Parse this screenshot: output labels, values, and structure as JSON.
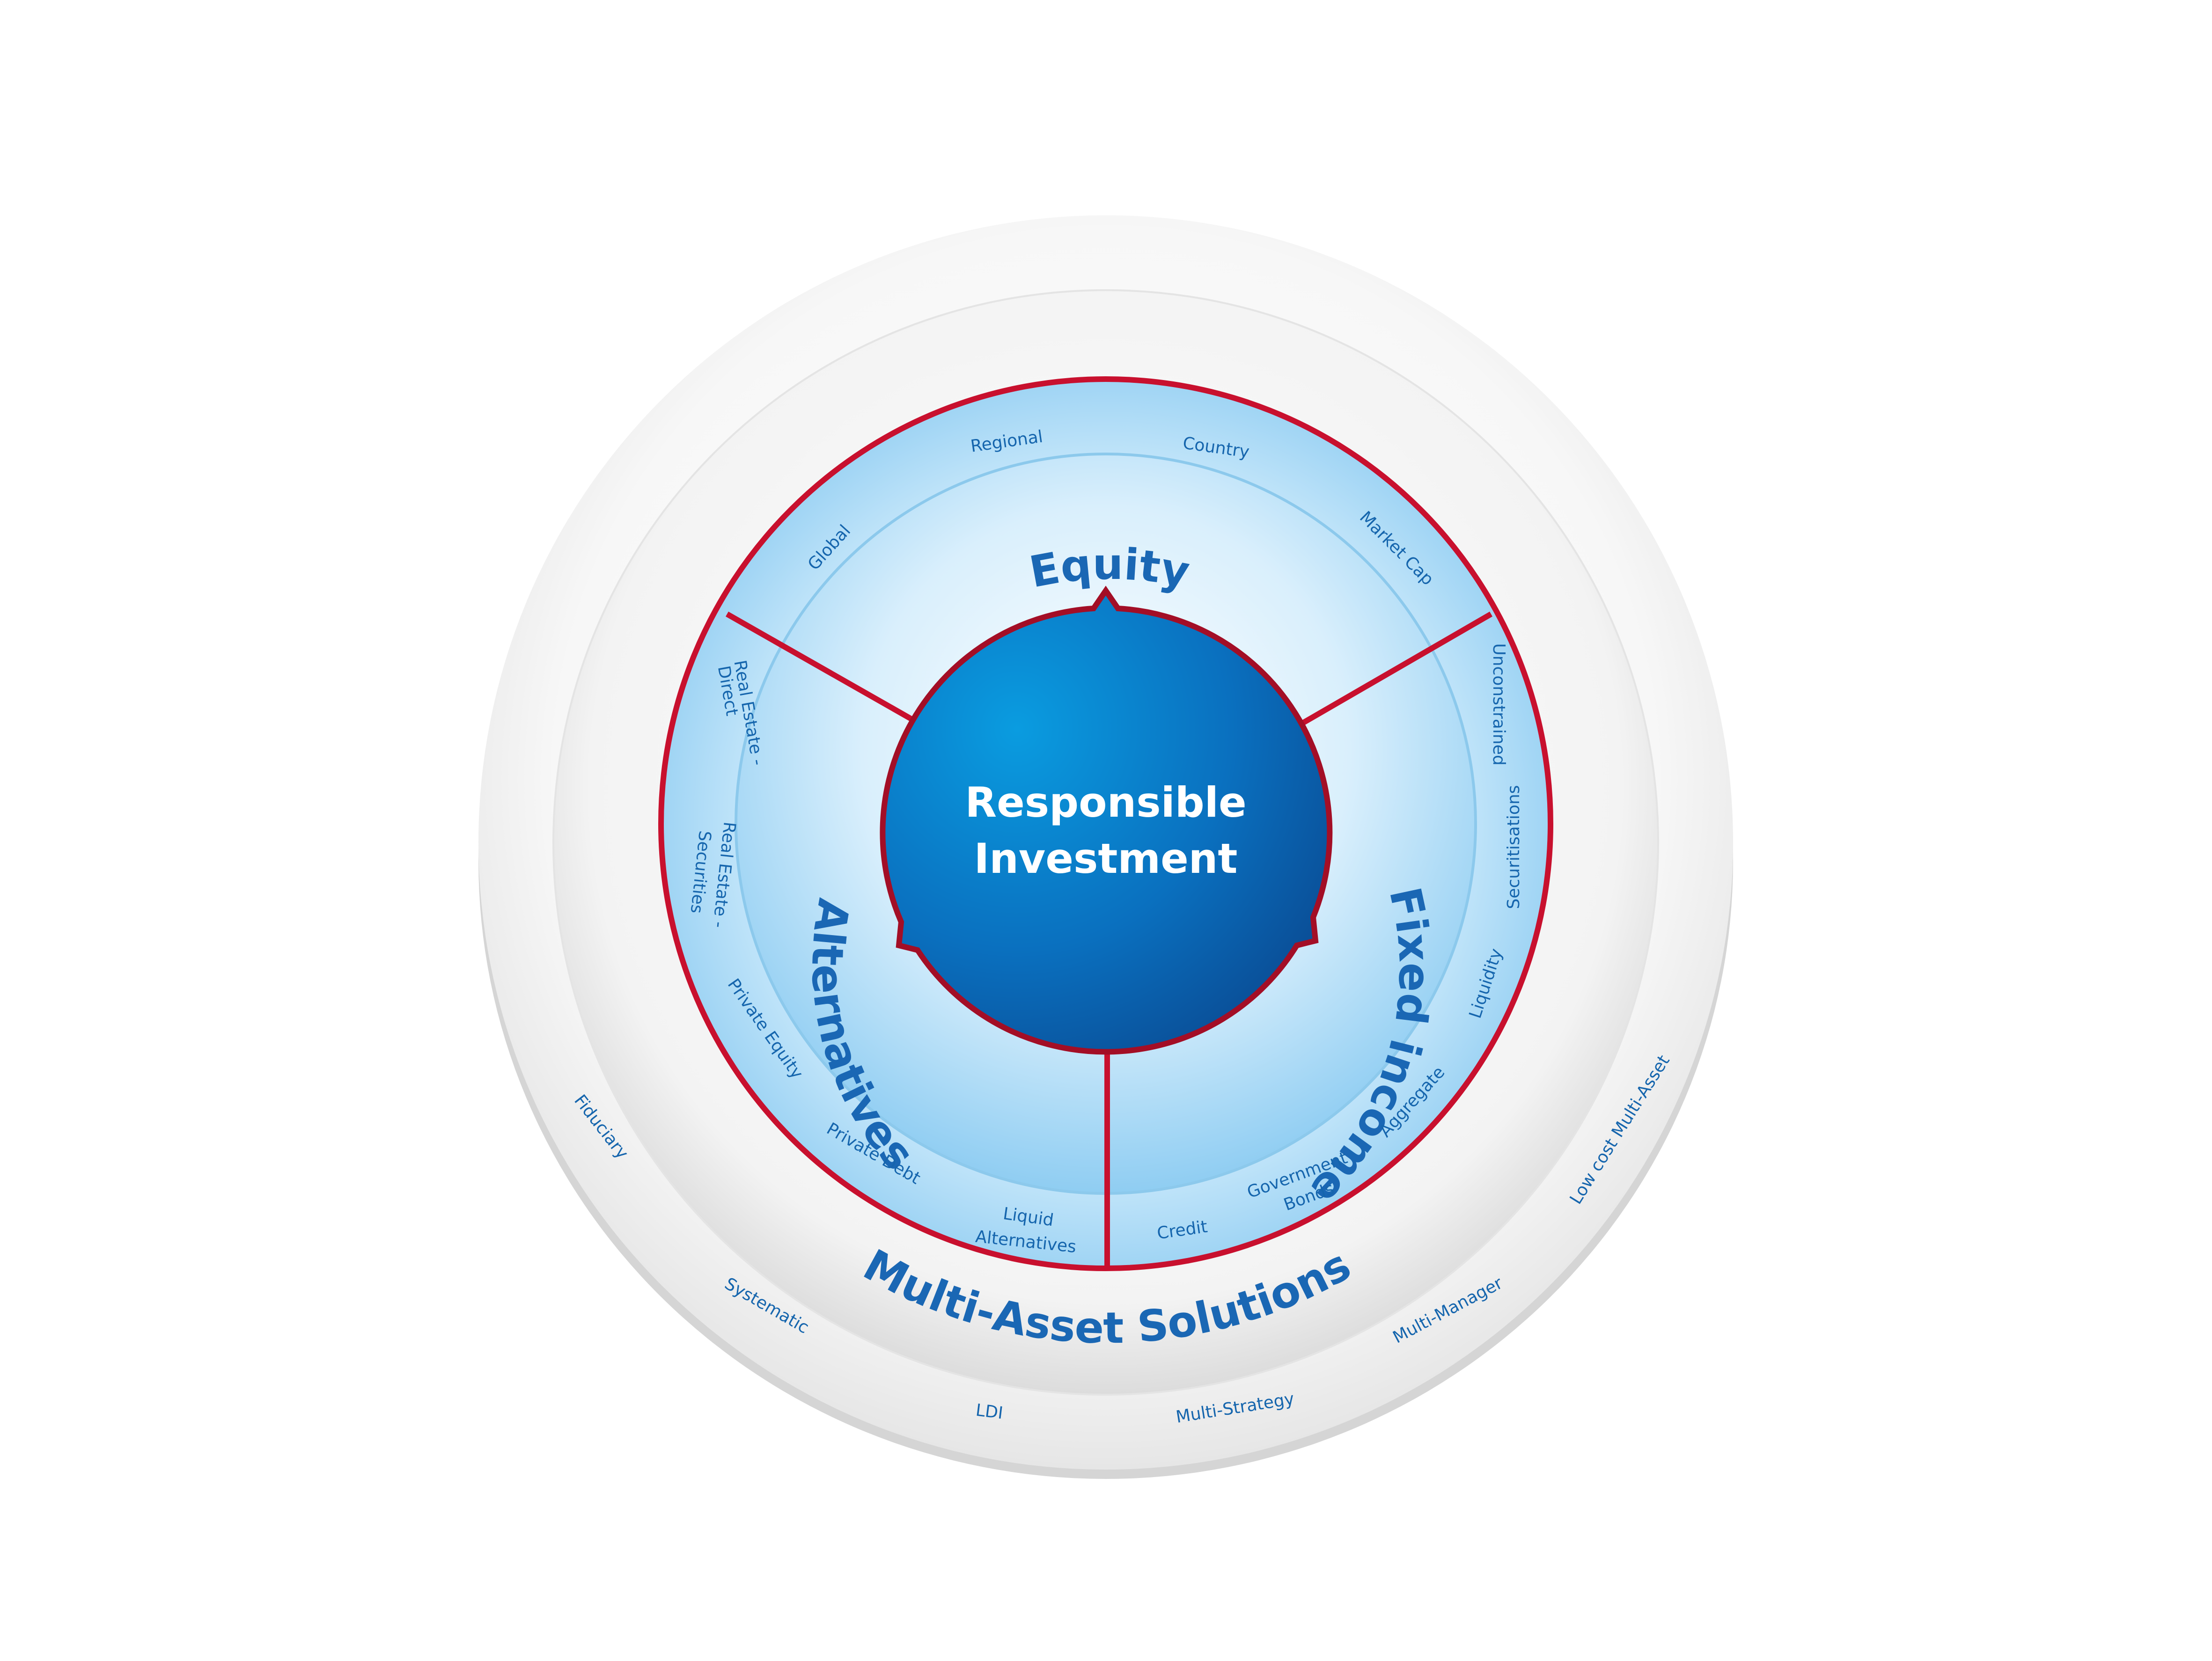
{
  "center": {
    "line1": "Responsible",
    "line2": "Investment"
  },
  "segments": {
    "equity": {
      "title": "Equity",
      "items": [
        "Global",
        "Regional",
        "Country",
        "Market Cap"
      ]
    },
    "fixed_income": {
      "title": "Fixed income",
      "items": [
        "Unconstrained",
        "Securitisations",
        "Liquidity",
        "Aggregate",
        "Government",
        "Bonds",
        "Credit"
      ]
    },
    "alternatives": {
      "title": "Alternatives",
      "items": [
        "Real Estate -",
        "Direct",
        "Real Estate -",
        "Securities",
        "Private Equity",
        "Private Debt",
        "Liquid",
        "Alternatives"
      ]
    }
  },
  "multi_asset": {
    "title": "Multi-Asset Solutions",
    "items": [
      "Fiduciary",
      "Systematic",
      "LDI",
      "Multi-Strategy",
      "Multi-Manager",
      "Low cost Multi-Asset"
    ]
  },
  "colors": {
    "accent_red": "#c8102e",
    "brand_blue": "#1a67b4",
    "center_blue": "#0d74c2",
    "ring_light": "#a9d8f5"
  }
}
